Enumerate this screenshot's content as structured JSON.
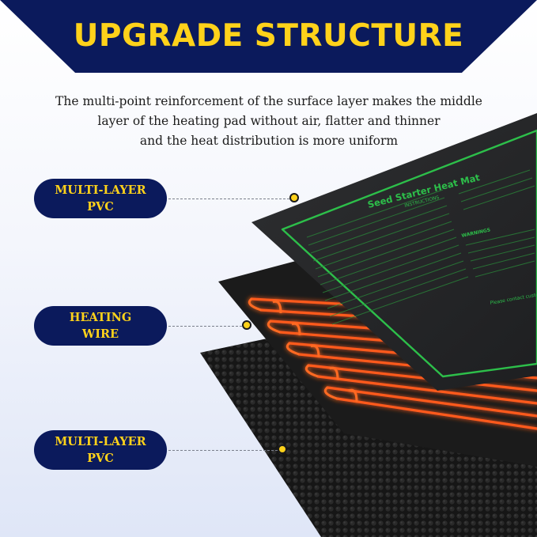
{
  "banner": {
    "title": "UPGRADE STRUCTURE"
  },
  "description": {
    "line1": "The multi-point reinforcement of the surface layer makes the middle",
    "line2": "layer of the heating pad without air, flatter and thinner",
    "line3": "and the heat distribution is more uniform"
  },
  "labels": [
    {
      "text": "MULTI-LAYER\nPVC"
    },
    {
      "text": "HEATING\nWIRE"
    },
    {
      "text": "MULTI-LAYER\nPVC"
    }
  ],
  "mat": {
    "title": "Seed Starter Heat Mat",
    "instructions": "INSTRUCTIONS",
    "warnings": "WARNINGS",
    "contact": "Please contact customer"
  },
  "colors": {
    "navy": "#0b1a5c",
    "yellow": "#ffd21a",
    "mat_green": "#2dbf4a",
    "wire_orange": "#ff5a1f"
  }
}
